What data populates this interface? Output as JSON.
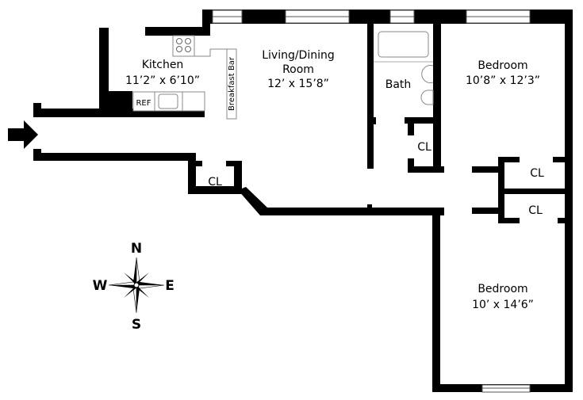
{
  "plan": {
    "rooms": [
      {
        "name": "Kitchen",
        "size": "11’2” x 6’10”"
      },
      {
        "name_line1": "Living/Dining",
        "name_line2": "Room",
        "size": "12’ x 15’8”"
      },
      {
        "name": "Bath"
      },
      {
        "name": "Bedroom",
        "size": "10’8” x 12’3”"
      },
      {
        "name": "Bedroom",
        "size": "10’ x 14’6”"
      }
    ],
    "closets": [
      "CL",
      "CL",
      "CL",
      "CL"
    ],
    "fixtures": {
      "refrigerator": "REF",
      "breakfast_bar": "Breakfast Bar"
    },
    "entrance_icon": "arrow-right-icon"
  },
  "compass": {
    "north": "N",
    "south": "S",
    "east": "E",
    "west": "W"
  }
}
